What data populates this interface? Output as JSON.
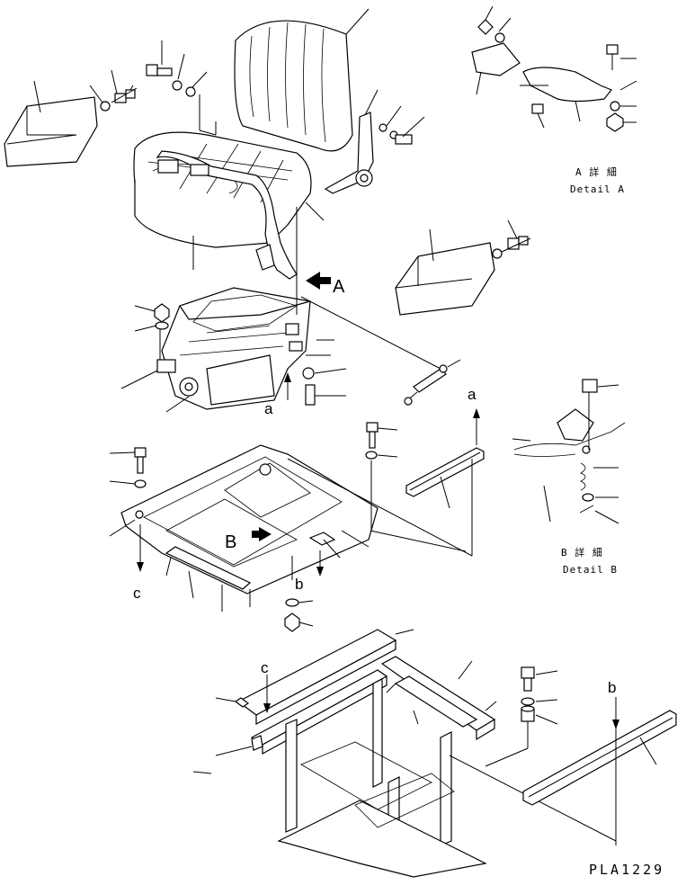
{
  "labels": {
    "ref_A": "A",
    "ref_B": "B",
    "ref_a_top": "a",
    "ref_a_right": "a",
    "ref_b_mid": "b",
    "ref_b_right": "b",
    "ref_c_left": "c",
    "ref_c_frame": "c"
  },
  "details": {
    "detail_a_jp": "A 詳 細",
    "detail_a_en": "Detail A",
    "detail_b_jp": "B 詳 細",
    "detail_b_en": "Detail B"
  },
  "drawing_code": "PLA1229"
}
